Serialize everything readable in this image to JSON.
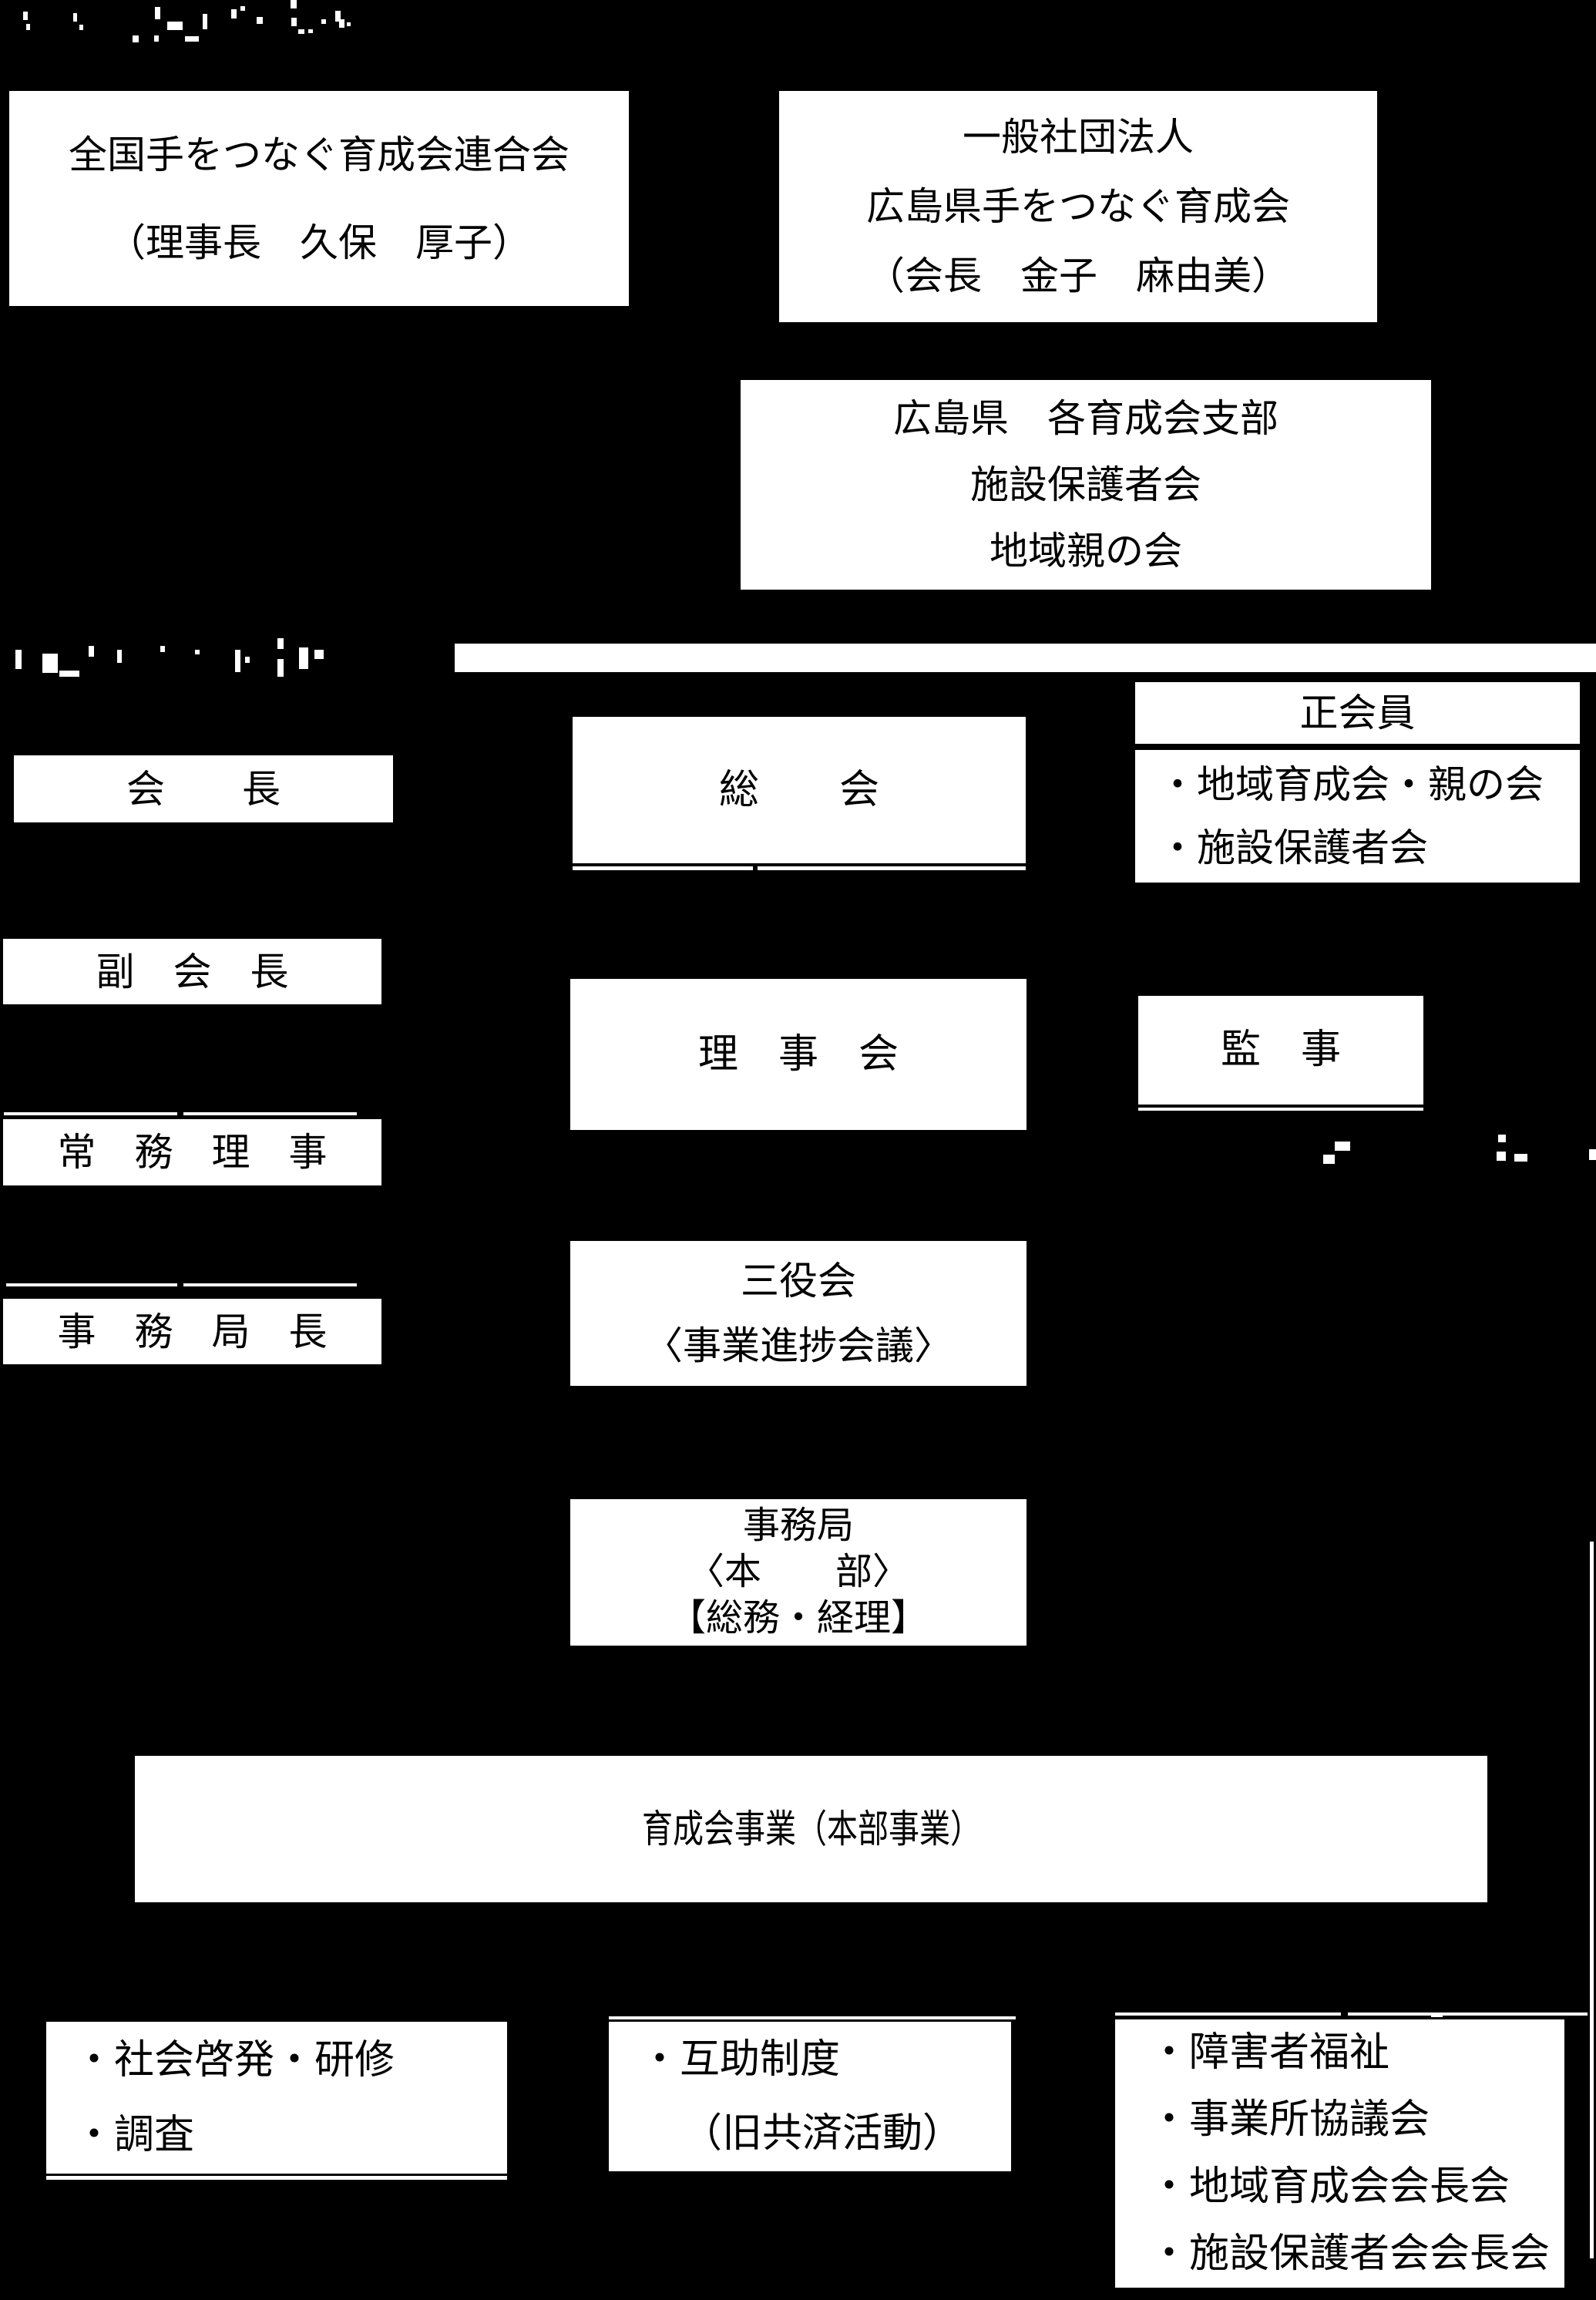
{
  "page": {
    "background": "#000000",
    "box_fill": "#ffffff",
    "text_color": "#000000"
  },
  "org": {
    "zenkoku": {
      "line1": "全国手をつなぐ育成会連合会",
      "line2": "（理事長　久保　厚子）"
    },
    "kenikuseikai": {
      "line1": "一般社団法人",
      "line2": "広島県手をつなぐ育成会",
      "line3": "（会長　金子　麻由美）"
    },
    "shibu": {
      "line1": "広島県　各育成会支部",
      "line2": "施設保護者会",
      "line3": "地域親の会"
    },
    "seikaiin": {
      "header": "正会員",
      "item1": "・地域育成会・親の会",
      "item2": "・施設保護者会"
    },
    "kaicho": "会　　長",
    "soukai": "総　　会",
    "fukukaicho": "副　会　長",
    "rijikai": "理　事　会",
    "kanji": "監　事",
    "jomuriji": "常　務　理　事",
    "sanyakukai": {
      "line1": "三役会",
      "line2": "〈事業進捗会議〉"
    },
    "jimukyokucho": "事　務　局　長",
    "jimukyoku": {
      "line1": "事務局",
      "line2": "〈本　　部〉",
      "line3": "【総務・経理】"
    },
    "honbujigyo": "育成会事業（本部事業）",
    "shakaikeihatsu": {
      "item1": "・社会啓発・研修",
      "item2": "・調査"
    },
    "gojoseido": {
      "item1": "・互助制度",
      "item2": "（旧共済活動）"
    },
    "shogaisha": {
      "item1": "・障害者福祉",
      "item2": "・事業所協議会",
      "item3": "・地域育成会会長会",
      "item4": "・施設保護者会会長会"
    }
  }
}
